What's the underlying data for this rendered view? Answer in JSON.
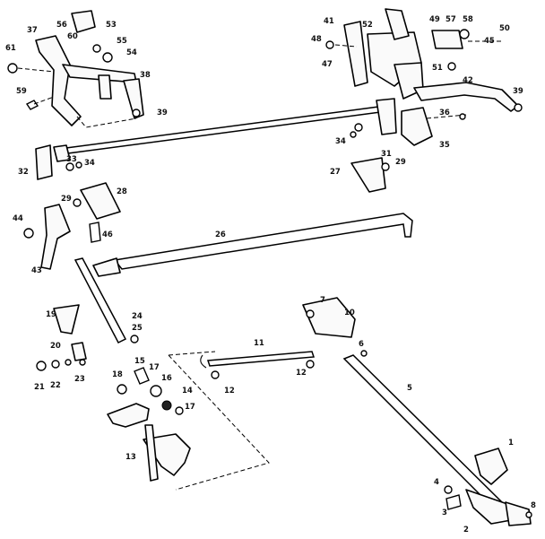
{
  "callouts": [
    "1",
    "2",
    "3",
    "4",
    "5",
    "6",
    "7",
    "8",
    "10",
    "11",
    "12",
    "12",
    "13",
    "14",
    "15",
    "16",
    "17",
    "17",
    "18",
    "19",
    "20",
    "21",
    "22",
    "23",
    "24",
    "25",
    "26",
    "27",
    "28",
    "29",
    "29",
    "31",
    "32",
    "33",
    "34",
    "34",
    "35",
    "36",
    "37",
    "38",
    "39",
    "39",
    "41",
    "42",
    "43",
    "44",
    "45",
    "46",
    "47",
    "48",
    "49",
    "50",
    "51",
    "52",
    "53",
    "54",
    "55",
    "56",
    "57",
    "58",
    "59",
    "60",
    "61"
  ]
}
